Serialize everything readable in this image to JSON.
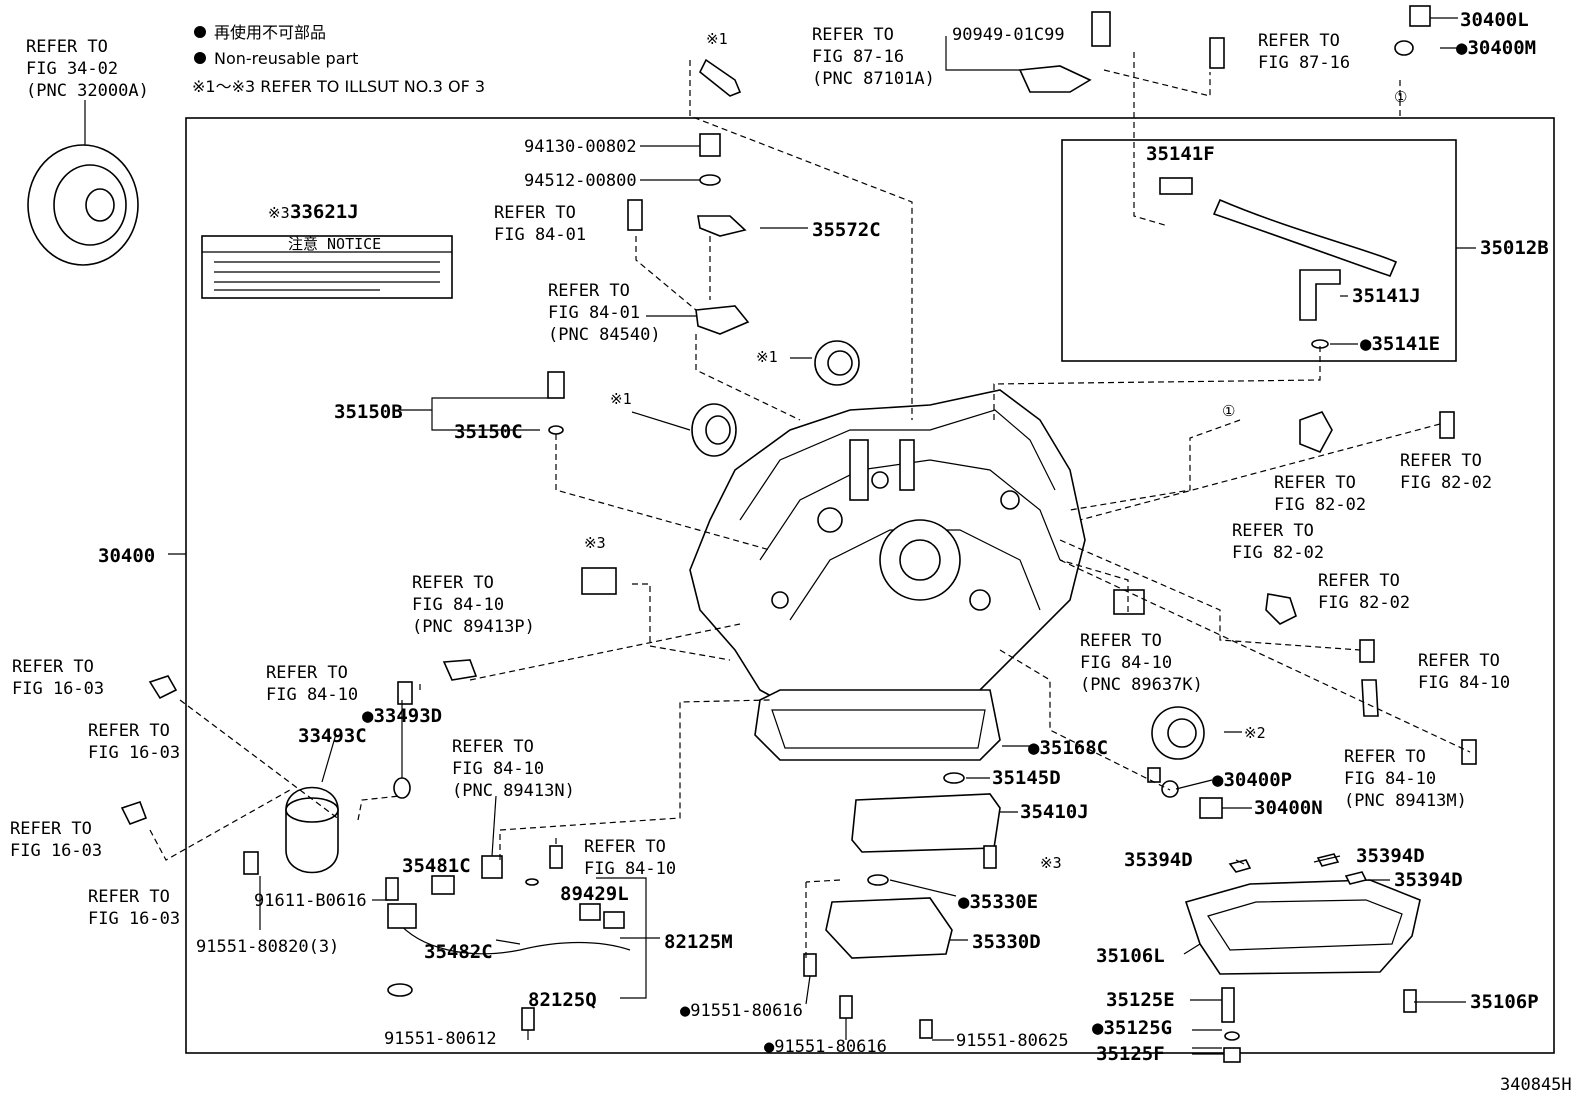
{
  "legend": {
    "line1": "再使用不可部品",
    "line2": "Non-reusable part",
    "line3": "※1～※3 REFER TO ILLSUT NO.3 OF 3"
  },
  "drawing_id": "340845H",
  "callouts": [
    {
      "id": "c1",
      "text": "REFER TO"
    },
    {
      "id": "c2",
      "text": "FIG 34-02"
    },
    {
      "id": "c3",
      "text": "(PNC 32000A)"
    },
    {
      "id": "c4",
      "text": "※1"
    },
    {
      "id": "c5",
      "text": "REFER TO"
    },
    {
      "id": "c6",
      "text": "FIG 87-16"
    },
    {
      "id": "c7",
      "text": "(PNC 87101A)"
    },
    {
      "id": "c8",
      "text": "90949-01C99"
    },
    {
      "id": "c9",
      "text": "REFER TO"
    },
    {
      "id": "c10",
      "text": "FIG 87-16"
    },
    {
      "id": "c11",
      "text": "30400L"
    },
    {
      "id": "c12",
      "text": "●30400M"
    },
    {
      "id": "c13",
      "text": "①"
    },
    {
      "id": "c14",
      "text": "94130-00802"
    },
    {
      "id": "c15",
      "text": "94512-00800"
    },
    {
      "id": "c16",
      "text": "REFER TO"
    },
    {
      "id": "c17",
      "text": "FIG 84-01"
    },
    {
      "id": "c18",
      "text": "35572C"
    },
    {
      "id": "c19",
      "text": "※3"
    },
    {
      "id": "c20",
      "text": "33621J"
    },
    {
      "id": "c21",
      "text": "注意 NOTICE"
    },
    {
      "id": "c22",
      "text": "REFER TO"
    },
    {
      "id": "c23",
      "text": "FIG 84-01"
    },
    {
      "id": "c24",
      "text": "(PNC 84540)"
    },
    {
      "id": "c25",
      "text": "※1"
    },
    {
      "id": "c26",
      "text": "35150B"
    },
    {
      "id": "c27",
      "text": "35150C"
    },
    {
      "id": "c28",
      "text": "※1"
    },
    {
      "id": "c29",
      "text": "35141F"
    },
    {
      "id": "c30",
      "text": "35012B"
    },
    {
      "id": "c31",
      "text": "35141J"
    },
    {
      "id": "c32",
      "text": "●35141E"
    },
    {
      "id": "c33",
      "text": "①"
    },
    {
      "id": "c34",
      "text": "REFER TO"
    },
    {
      "id": "c35",
      "text": "FIG 82-02"
    },
    {
      "id": "c36",
      "text": "REFER TO"
    },
    {
      "id": "c37",
      "text": "FIG 82-02"
    },
    {
      "id": "c38",
      "text": "REFER TO"
    },
    {
      "id": "c39",
      "text": "FIG 82-02"
    },
    {
      "id": "c40",
      "text": "REFER TO"
    },
    {
      "id": "c41",
      "text": "FIG 82-02"
    },
    {
      "id": "c42",
      "text": "30400"
    },
    {
      "id": "c43",
      "text": "※3"
    },
    {
      "id": "c44",
      "text": "REFER TO"
    },
    {
      "id": "c45",
      "text": "FIG 84-10"
    },
    {
      "id": "c46",
      "text": "(PNC 89413P)"
    },
    {
      "id": "c47",
      "text": "REFER TO"
    },
    {
      "id": "c48",
      "text": "FIG 16-03"
    },
    {
      "id": "c49",
      "text": "REFER TO"
    },
    {
      "id": "c50",
      "text": "FIG 84-10"
    },
    {
      "id": "c51",
      "text": "●33493D"
    },
    {
      "id": "c52",
      "text": "REFER TO"
    },
    {
      "id": "c53",
      "text": "FIG 16-03"
    },
    {
      "id": "c54",
      "text": "33493C"
    },
    {
      "id": "c55",
      "text": "REFER TO"
    },
    {
      "id": "c56",
      "text": "FIG 84-10"
    },
    {
      "id": "c57",
      "text": "(PNC 89637K)"
    },
    {
      "id": "c58",
      "text": "REFER TO"
    },
    {
      "id": "c59",
      "text": "FIG 84-10"
    },
    {
      "id": "c60",
      "text": "●35168C"
    },
    {
      "id": "c61",
      "text": "※2"
    },
    {
      "id": "c62",
      "text": "●30400P"
    },
    {
      "id": "c63",
      "text": "30400N"
    },
    {
      "id": "c64",
      "text": "REFER TO"
    },
    {
      "id": "c65",
      "text": "FIG 84-10"
    },
    {
      "id": "c66",
      "text": "(PNC 89413M)"
    },
    {
      "id": "c67",
      "text": "35145D"
    },
    {
      "id": "c68",
      "text": "35410J"
    },
    {
      "id": "c69",
      "text": "REFER TO"
    },
    {
      "id": "c70",
      "text": "FIG 16-03"
    },
    {
      "id": "c71",
      "text": "REFER TO"
    },
    {
      "id": "c72",
      "text": "FIG 84-10"
    },
    {
      "id": "c73",
      "text": "(PNC 89413N)"
    },
    {
      "id": "c74",
      "text": "35481C"
    },
    {
      "id": "c75",
      "text": "REFER TO"
    },
    {
      "id": "c76",
      "text": "FIG 84-10"
    },
    {
      "id": "c77",
      "text": "※3"
    },
    {
      "id": "c78",
      "text": "35394D"
    },
    {
      "id": "c79",
      "text": "35394D"
    },
    {
      "id": "c80",
      "text": "35394D"
    },
    {
      "id": "c81",
      "text": "REFER TO"
    },
    {
      "id": "c82",
      "text": "FIG 16-03"
    },
    {
      "id": "c83",
      "text": "91611-B0616"
    },
    {
      "id": "c84",
      "text": "89429L"
    },
    {
      "id": "c85",
      "text": "●35330E"
    },
    {
      "id": "c86",
      "text": "91551-80820(3)"
    },
    {
      "id": "c87",
      "text": "35482C"
    },
    {
      "id": "c88",
      "text": "82125M"
    },
    {
      "id": "c89",
      "text": "35330D"
    },
    {
      "id": "c90",
      "text": "35106L"
    },
    {
      "id": "c91",
      "text": "82125Q"
    },
    {
      "id": "c92",
      "text": "●91551-80616"
    },
    {
      "id": "c93",
      "text": "35125E"
    },
    {
      "id": "c94",
      "text": "35106P"
    },
    {
      "id": "c95",
      "text": "●35125G"
    },
    {
      "id": "c96",
      "text": "91551-80612"
    },
    {
      "id": "c97",
      "text": "●91551-80616"
    },
    {
      "id": "c98",
      "text": "91551-80625"
    },
    {
      "id": "c99",
      "text": "35125F"
    }
  ]
}
